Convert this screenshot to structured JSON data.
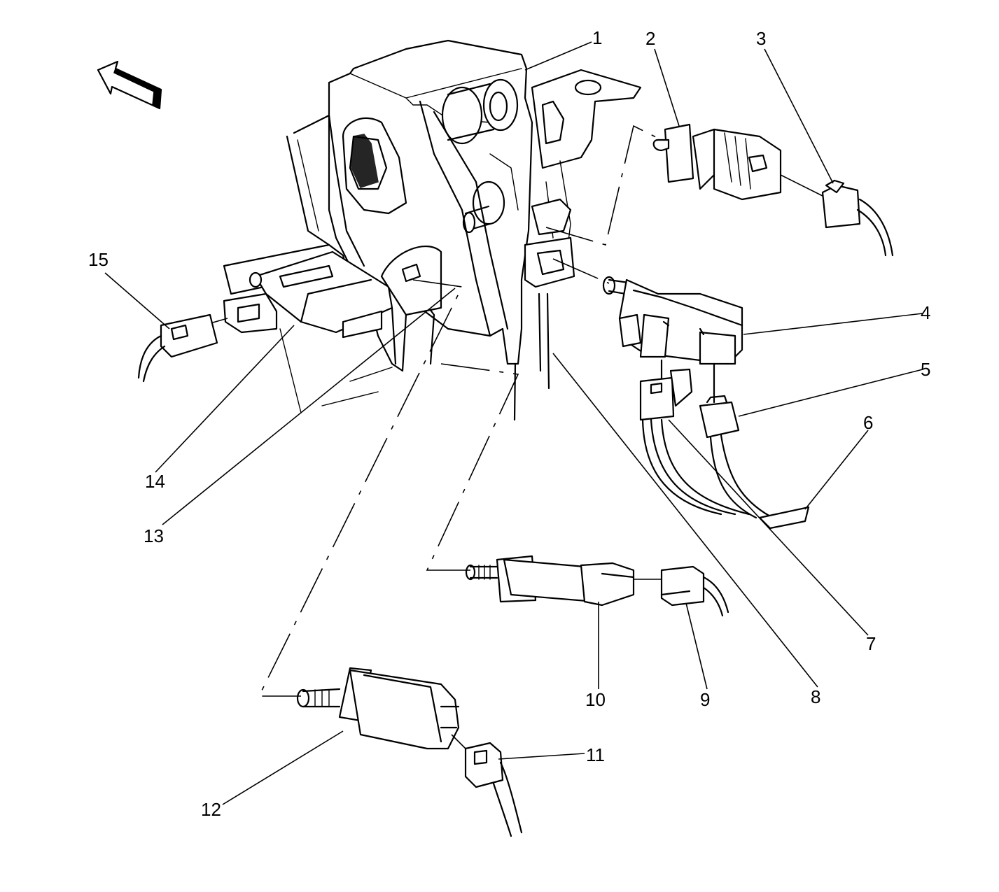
{
  "callouts": [
    {
      "id": "1",
      "text": "1"
    },
    {
      "id": "2",
      "text": "2"
    },
    {
      "id": "3",
      "text": "3"
    },
    {
      "id": "4",
      "text": "4"
    },
    {
      "id": "5",
      "text": "5"
    },
    {
      "id": "6",
      "text": "6"
    },
    {
      "id": "7",
      "text": "7"
    },
    {
      "id": "8",
      "text": "8"
    },
    {
      "id": "9",
      "text": "9"
    },
    {
      "id": "10",
      "text": "10"
    },
    {
      "id": "11",
      "text": "11"
    },
    {
      "id": "12",
      "text": "12"
    },
    {
      "id": "13",
      "text": "13"
    },
    {
      "id": "14",
      "text": "14"
    },
    {
      "id": "15",
      "text": "15"
    }
  ],
  "icons": {
    "orientation_arrow": "front-direction-arrow-icon"
  },
  "colors": {
    "line": "#000000",
    "background": "#ffffff"
  }
}
